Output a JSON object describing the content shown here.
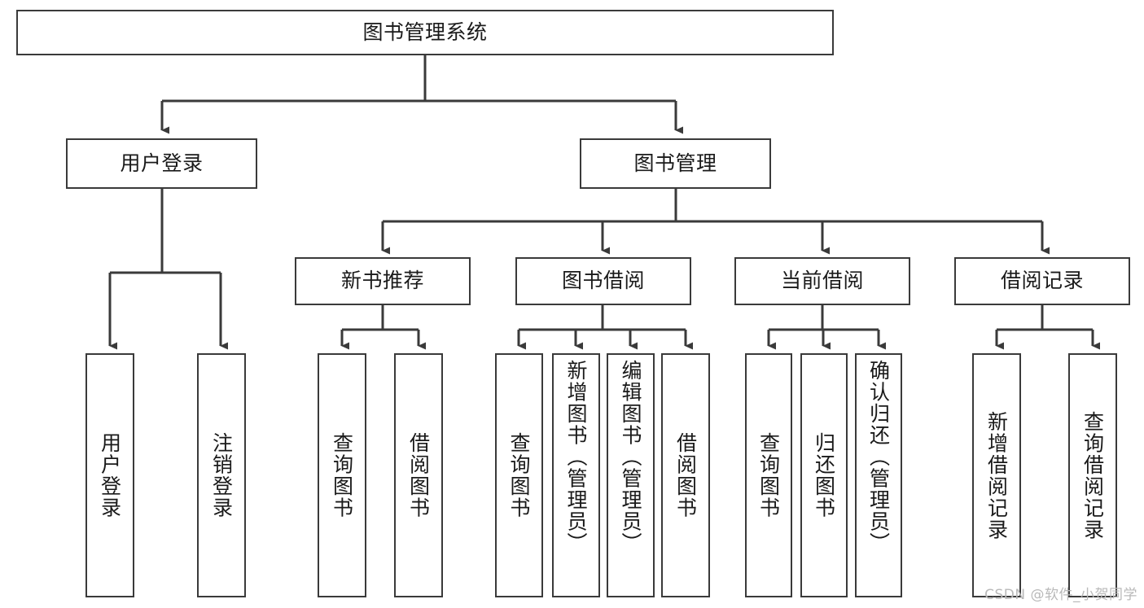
{
  "diagram": {
    "type": "tree-hierarchy",
    "title": "图书管理系统",
    "orientation": "top-down",
    "colors": {
      "box_border": "#3a3a3a",
      "box_fill": "#ffffff",
      "edge": "#3a3a3a",
      "text": "#1a1a1a",
      "watermark": "#b9b9b9"
    },
    "levels": [
      {
        "level": 1,
        "nodes": [
          {
            "id": "root",
            "label": "图书管理系统",
            "text_direction": "horizontal"
          }
        ]
      },
      {
        "level": 2,
        "nodes": [
          {
            "id": "login",
            "label": "用户登录",
            "text_direction": "horizontal",
            "parent": "root"
          },
          {
            "id": "bookmgmt",
            "label": "图书管理",
            "text_direction": "horizontal",
            "parent": "root"
          }
        ]
      },
      {
        "level": 3,
        "nodes": [
          {
            "id": "newbook",
            "label": "新书推荐",
            "text_direction": "horizontal",
            "parent": "bookmgmt"
          },
          {
            "id": "borrow",
            "label": "图书借阅",
            "text_direction": "horizontal",
            "parent": "bookmgmt"
          },
          {
            "id": "current",
            "label": "当前借阅",
            "text_direction": "horizontal",
            "parent": "bookmgmt"
          },
          {
            "id": "records",
            "label": "借阅记录",
            "text_direction": "horizontal",
            "parent": "bookmgmt"
          }
        ]
      },
      {
        "level": 4,
        "nodes": [
          {
            "id": "leaf1",
            "label": "用户登录",
            "text_direction": "vertical",
            "parent": "login"
          },
          {
            "id": "leaf2",
            "label": "注销登录",
            "text_direction": "vertical",
            "parent": "login"
          },
          {
            "id": "leaf3",
            "label": "查询图书",
            "text_direction": "vertical",
            "parent": "newbook"
          },
          {
            "id": "leaf4",
            "label": "借阅图书",
            "text_direction": "vertical",
            "parent": "newbook"
          },
          {
            "id": "leaf5",
            "label": "查询图书",
            "text_direction": "vertical",
            "parent": "borrow"
          },
          {
            "id": "leaf6",
            "label": "新增图书（管理员）",
            "text_direction": "vertical",
            "parent": "borrow"
          },
          {
            "id": "leaf7",
            "label": "编辑图书（管理员）",
            "text_direction": "vertical",
            "parent": "borrow"
          },
          {
            "id": "leaf8",
            "label": "借阅图书",
            "text_direction": "vertical",
            "parent": "borrow"
          },
          {
            "id": "leaf9",
            "label": "查询图书",
            "text_direction": "vertical",
            "parent": "current"
          },
          {
            "id": "leaf10",
            "label": "归还图书",
            "text_direction": "vertical",
            "parent": "current"
          },
          {
            "id": "leaf11",
            "label": "确认归还（管理员）",
            "text_direction": "vertical",
            "parent": "current"
          },
          {
            "id": "leaf12",
            "label": "新增借阅记录",
            "text_direction": "vertical",
            "parent": "records"
          },
          {
            "id": "leaf13",
            "label": "查询借阅记录",
            "text_direction": "vertical",
            "parent": "records"
          }
        ]
      }
    ]
  },
  "watermark": {
    "text": "CSDN @软件_小贺同学"
  }
}
